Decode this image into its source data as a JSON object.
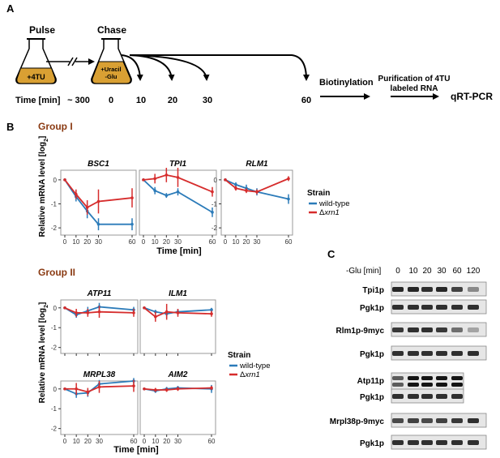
{
  "panels": {
    "a": "A",
    "b": "B",
    "c": "C"
  },
  "panel_a": {
    "pulse_label": "Pulse",
    "chase_label": "Chase",
    "flask1_text": "+4TU",
    "flask2_line1": "+Uracil",
    "flask2_line2": "-Glu",
    "time_label": "Time [min]",
    "times": [
      "~ 300",
      "0",
      "10",
      "20",
      "30",
      "60"
    ],
    "biotinylation": "Biotinylation",
    "purification_line1": "Purification of 4TU",
    "purification_line2": "labeled RNA",
    "qrt": "qRT-PCR",
    "flask_color": "#d9a033"
  },
  "panel_b": {
    "group1": "Group I",
    "group2": "Group II",
    "ylabel_prefix": "Relative mRNA level [log",
    "ylabel_sub": "2",
    "ylabel_suffix": "]",
    "xlabel": "Time [min]",
    "legend_title": "Strain",
    "legend_wt": "wild-type",
    "legend_mut_prefix": "Δ",
    "legend_mut_gene": "xrn1",
    "colors": {
      "wt": "#2b7bb9",
      "mut": "#d62c2c"
    }
  },
  "chart_data": [
    {
      "type": "line",
      "title": "BSC1",
      "x": [
        0,
        10,
        20,
        30,
        60
      ],
      "ylim": [
        -2.3,
        0.4
      ],
      "yticks": [
        0,
        -1,
        -2
      ],
      "xticks": [
        0,
        10,
        20,
        30,
        60
      ],
      "series": [
        {
          "name": "wild-type",
          "values": [
            0,
            -0.7,
            -1.3,
            -1.85,
            -1.85
          ],
          "err": [
            0,
            0.2,
            0.3,
            0.25,
            0.25
          ]
        },
        {
          "name": "Δxrn1",
          "values": [
            0,
            -0.6,
            -1.15,
            -0.9,
            -0.75
          ],
          "err": [
            0,
            0.2,
            0.3,
            0.5,
            0.4
          ]
        }
      ]
    },
    {
      "type": "line",
      "title": "TPI1",
      "x": [
        0,
        10,
        20,
        30,
        60
      ],
      "ylim": [
        -2.3,
        0.4
      ],
      "yticks": [
        0,
        -1,
        -2
      ],
      "xticks": [
        0,
        10,
        20,
        30,
        60
      ],
      "series": [
        {
          "name": "wild-type",
          "values": [
            0,
            -0.45,
            -0.65,
            -0.5,
            -1.35
          ],
          "err": [
            0,
            0.15,
            0.1,
            0.15,
            0.2
          ]
        },
        {
          "name": "Δxrn1",
          "values": [
            0,
            0.05,
            0.2,
            0.1,
            -0.5
          ],
          "err": [
            0,
            0.2,
            0.3,
            0.4,
            0.2
          ]
        }
      ]
    },
    {
      "type": "line",
      "title": "RLM1",
      "x": [
        0,
        10,
        20,
        30,
        60
      ],
      "ylim": [
        -2.3,
        0.4
      ],
      "yticks": [
        0,
        -1,
        -2
      ],
      "xticks": [
        0,
        10,
        20,
        30,
        60
      ],
      "series": [
        {
          "name": "wild-type",
          "values": [
            0,
            -0.2,
            -0.35,
            -0.5,
            -0.8
          ],
          "err": [
            0,
            0.1,
            0.15,
            0.15,
            0.2
          ]
        },
        {
          "name": "Δxrn1",
          "values": [
            0,
            -0.35,
            -0.45,
            -0.5,
            0.05
          ],
          "err": [
            0,
            0.1,
            0.1,
            0.1,
            0.1
          ]
        }
      ]
    },
    {
      "type": "line",
      "title": "ATP11",
      "x": [
        0,
        10,
        20,
        30,
        60
      ],
      "ylim": [
        -2.3,
        0.4
      ],
      "yticks": [
        0,
        -1,
        -2
      ],
      "xticks": [
        0,
        10,
        20,
        30,
        60
      ],
      "series": [
        {
          "name": "wild-type",
          "values": [
            0,
            -0.35,
            -0.15,
            0.05,
            -0.1
          ],
          "err": [
            0,
            0.15,
            0.2,
            0.2,
            0.15
          ]
        },
        {
          "name": "Δxrn1",
          "values": [
            0,
            -0.25,
            -0.25,
            -0.2,
            -0.25
          ],
          "err": [
            0,
            0.2,
            0.2,
            0.3,
            0.2
          ]
        }
      ]
    },
    {
      "type": "line",
      "title": "ILM1",
      "x": [
        0,
        10,
        20,
        30,
        60
      ],
      "ylim": [
        -2.3,
        0.4
      ],
      "yticks": [
        0,
        -1,
        -2
      ],
      "xticks": [
        0,
        10,
        20,
        30,
        60
      ],
      "series": [
        {
          "name": "wild-type",
          "values": [
            0,
            -0.2,
            -0.3,
            -0.2,
            -0.1
          ],
          "err": [
            0,
            0.1,
            0.2,
            0.15,
            0.1
          ]
        },
        {
          "name": "Δxrn1",
          "values": [
            0,
            -0.45,
            -0.2,
            -0.25,
            -0.3
          ],
          "err": [
            0,
            0.25,
            0.4,
            0.2,
            0.15
          ]
        }
      ]
    },
    {
      "type": "line",
      "title": "MRPL38",
      "x": [
        0,
        10,
        20,
        30,
        60
      ],
      "ylim": [
        -2.3,
        0.4
      ],
      "yticks": [
        0,
        -1,
        -2
      ],
      "xticks": [
        0,
        10,
        20,
        30,
        60
      ],
      "series": [
        {
          "name": "wild-type",
          "values": [
            0,
            -0.25,
            -0.2,
            0.25,
            0.4
          ],
          "err": [
            0,
            0.2,
            0.2,
            0.2,
            0.15
          ]
        },
        {
          "name": "Δxrn1",
          "values": [
            0,
            0.0,
            -0.15,
            0.1,
            0.15
          ],
          "err": [
            0,
            0.3,
            0.2,
            0.3,
            0.3
          ]
        }
      ]
    },
    {
      "type": "line",
      "title": "AIM2",
      "x": [
        0,
        10,
        20,
        30,
        60
      ],
      "ylim": [
        -2.3,
        0.4
      ],
      "yticks": [
        0,
        -1,
        -2
      ],
      "xticks": [
        0,
        10,
        20,
        30,
        60
      ],
      "series": [
        {
          "name": "wild-type",
          "values": [
            0,
            -0.1,
            0.0,
            0.05,
            0.0
          ],
          "err": [
            0,
            0.1,
            0.1,
            0.1,
            0.2
          ]
        },
        {
          "name": "Δxrn1",
          "values": [
            0,
            -0.05,
            -0.05,
            0.0,
            0.05
          ],
          "err": [
            0,
            0.1,
            0.1,
            0.1,
            0.1
          ]
        }
      ]
    }
  ],
  "panel_c": {
    "glu_label": "-Glu [min]",
    "times": [
      "0",
      "10",
      "20",
      "30",
      "60",
      "120"
    ],
    "blots": [
      "Tpi1p",
      "Pgk1p",
      "Rlm1p-9myc",
      "Pgk1p",
      "Atp11p",
      "Pgk1p",
      "Mrpl38p-9myc",
      "Pgk1p"
    ],
    "intensity": {
      "tpi1": [
        0.9,
        0.9,
        0.85,
        0.9,
        0.75,
        0.35
      ],
      "rlm1": [
        0.8,
        0.85,
        0.85,
        0.8,
        0.5,
        0.2
      ],
      "atp11": [
        0.6,
        1.0,
        1.0,
        1.0,
        1.0,
        0.0
      ],
      "mrpl38": [
        0.7,
        0.75,
        0.7,
        0.75,
        0.8,
        0.85
      ],
      "pgk": [
        0.85,
        0.85,
        0.85,
        0.85,
        0.85,
        0.85
      ]
    }
  }
}
